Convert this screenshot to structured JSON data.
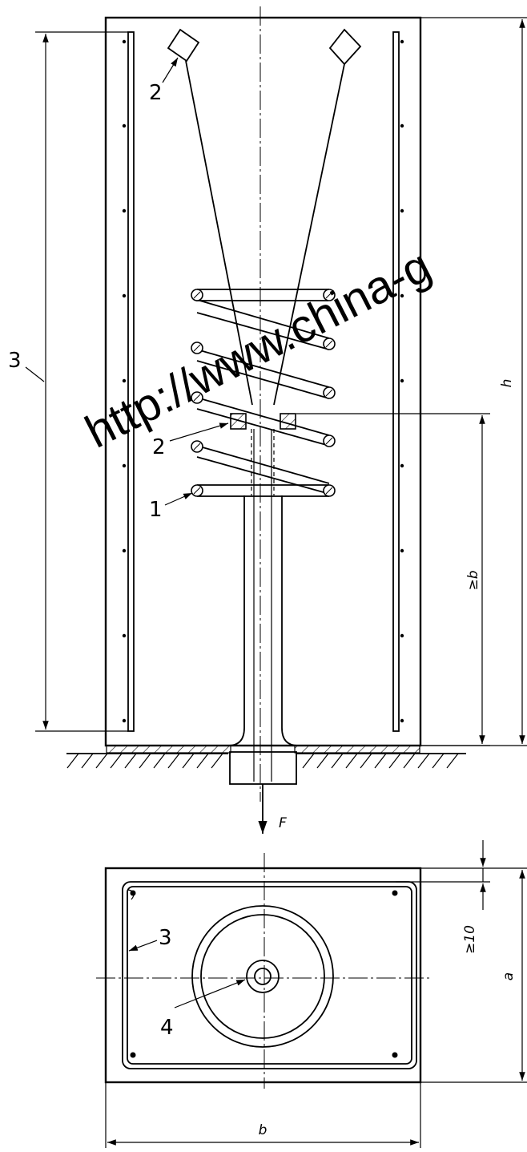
{
  "labels": {
    "spring": "1",
    "lamp": "2",
    "lamp_lower": "2",
    "wall": "3",
    "wall_plan": "3",
    "axis_center": "4"
  },
  "dimensions": {
    "height": "h",
    "spring_gap": "≥b",
    "width": "b",
    "depth": "a",
    "edge_clearance": "≥10"
  },
  "force": "F",
  "watermark": "http://www.china-g"
}
